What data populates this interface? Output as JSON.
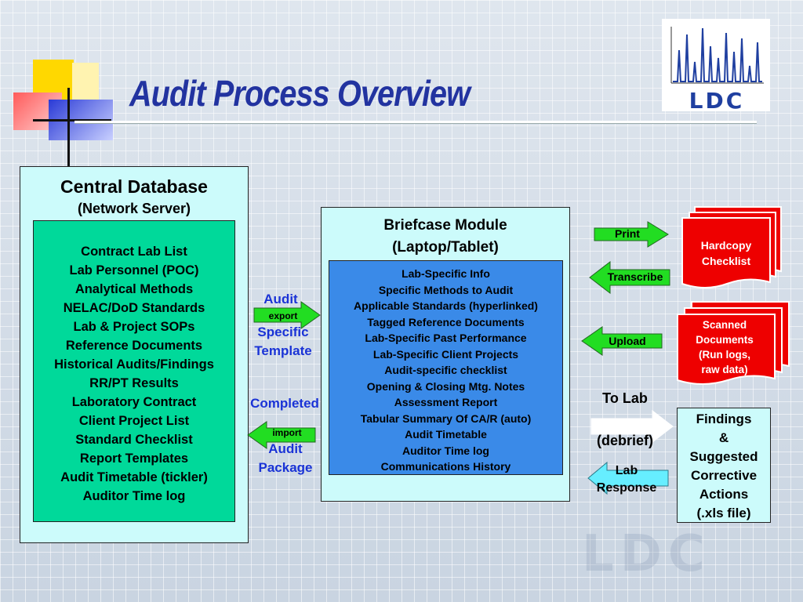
{
  "slide": {
    "title": "Audit Process Overview",
    "logo_text": "LDC",
    "watermark_text": "LDC"
  },
  "central_database": {
    "title": "Central Database",
    "subtitle": "(Network Server)",
    "items": [
      "Contract Lab List",
      "Lab Personnel (POC)",
      "Analytical Methods",
      "NELAC/DoD Standards",
      "Lab & Project SOPs",
      "Reference Documents",
      "Historical Audits/Findings",
      "RR/PT Results",
      "Laboratory Contract",
      "Client Project List",
      "Standard Checklist",
      "Report Templates",
      "Audit Timetable (tickler)",
      "Auditor Time log"
    ]
  },
  "briefcase_module": {
    "title_line1": "Briefcase Module",
    "title_line2": "(Laptop/Tablet)",
    "items": [
      "Lab-Specific Info",
      "Specific Methods to Audit",
      "Applicable Standards (hyperlinked)",
      "Tagged Reference Documents",
      "Lab-Specific Past Performance",
      "Lab-Specific Client Projects",
      "Audit-specific checklist",
      "Opening & Closing Mtg. Notes",
      "Assessment Report",
      "Tabular Summary Of CA/R (auto)",
      "Audit Timetable",
      "Auditor Time log",
      "Communications History"
    ]
  },
  "export_flow": {
    "label_top": "Audit",
    "arrow_label": "export",
    "label_mid": "Specific",
    "label_bottom": "Template"
  },
  "import_flow": {
    "label_top": "Completed",
    "arrow_label": "import",
    "label_mid": "Audit",
    "label_bottom": "Package"
  },
  "right_arrows": {
    "print": "Print",
    "transcribe": "Transcribe",
    "upload": "Upload",
    "lab_response_line1": "Lab",
    "lab_response_line2": "Response"
  },
  "documents": {
    "hardcopy_line1": "Hardcopy",
    "hardcopy_line2": "Checklist",
    "scanned_lines": [
      "Scanned",
      "Documents",
      "(Run logs,",
      "raw data)"
    ]
  },
  "to_lab": {
    "line1": "To Lab",
    "line2": "(debrief)"
  },
  "findings": {
    "lines": [
      "Findings",
      "&",
      "Suggested",
      "Corrective",
      "Actions",
      "(.xls file)"
    ]
  },
  "colors": {
    "title_blue": "#2233a0",
    "cyan_box": "#ccfbfb",
    "green_box": "#00d99a",
    "blue_box": "#3a8ae8",
    "arrow_green": "#22dd22",
    "arrow_cyan": "#66eeff",
    "doc_red": "#ee0000",
    "label_blue": "#1a33d6"
  }
}
